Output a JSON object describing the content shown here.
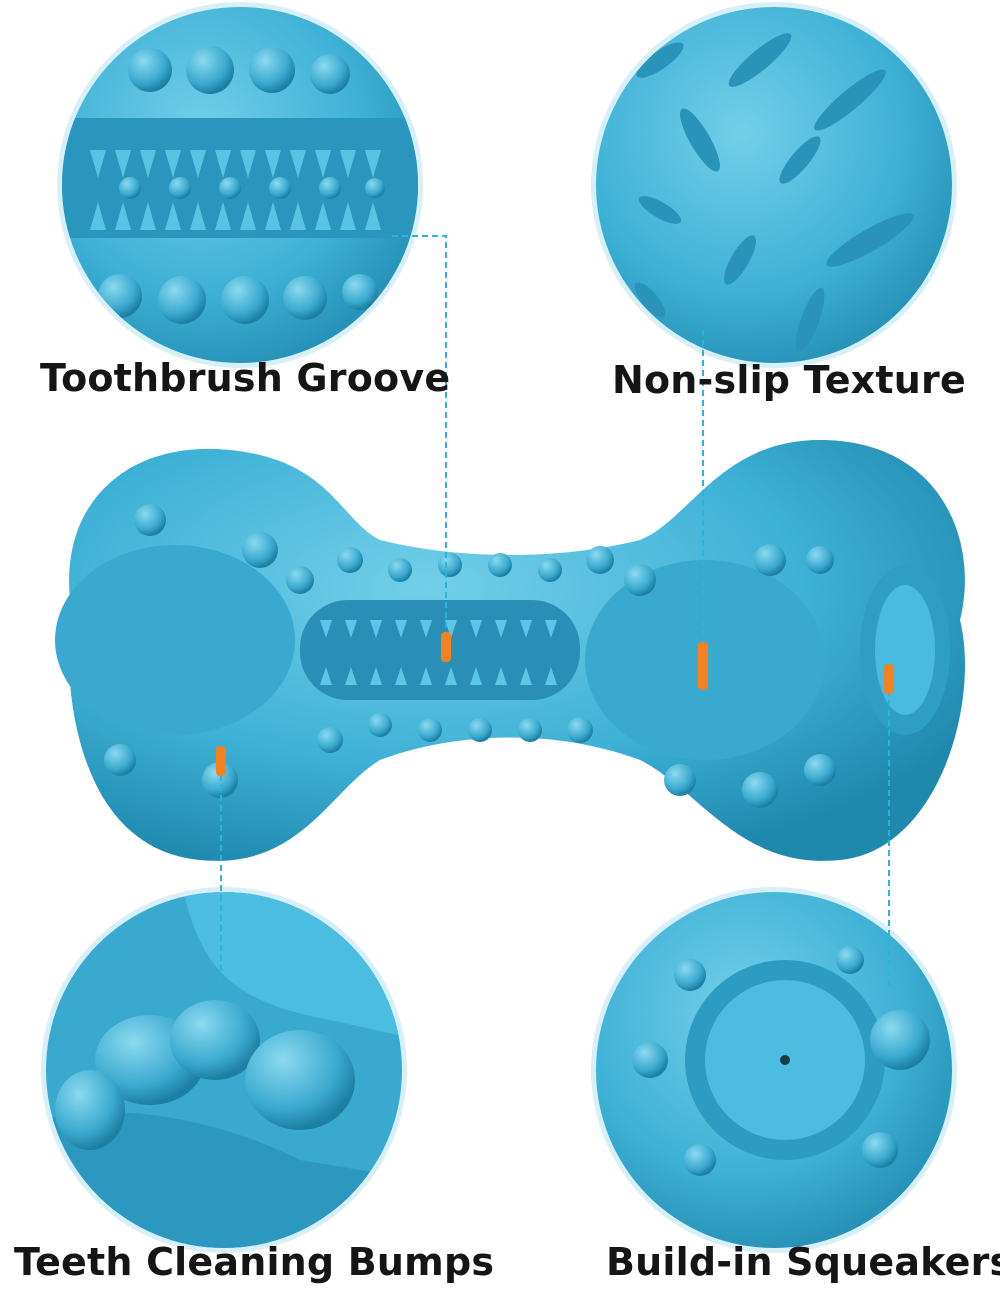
{
  "labels": {
    "toothbrush_groove": "Toothbrush Groove",
    "non_slip_texture": "Non-slip Texture",
    "teeth_cleaning_bumps": "Teeth Cleaning Bumps",
    "build_in_squeakers": "Build-in Squeakers"
  },
  "colors": {
    "toy_blue": "#3eb1d6",
    "toy_dark": "#1f88ad",
    "callout_line": "#2bb3d9",
    "marker_orange": "#f5821f",
    "ring": "#bfe6f1"
  }
}
